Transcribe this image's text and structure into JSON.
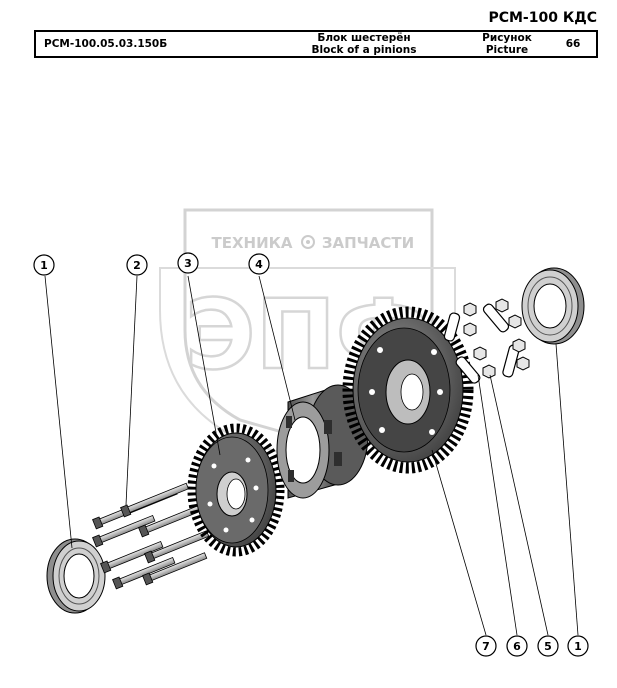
{
  "header": {
    "model": "РСМ-100 КДС",
    "part_code": "РСМ-100.05.03.150Б",
    "title_ru": "Блок шестерён",
    "title_en": "Block of a pinions",
    "picture_label_ru": "Рисунок",
    "picture_label_en": "Picture",
    "picture_number": "66"
  },
  "watermark": {
    "line1_left": "ТЕХНИКА",
    "line1_right": "ЗАПЧАСТИ",
    "big": "ЭПФ"
  },
  "callouts": [
    "1",
    "2",
    "3",
    "4",
    "7",
    "6",
    "5",
    "1"
  ],
  "colors": {
    "line": "#000000",
    "metal_dark": "#4a4a4a",
    "metal_mid": "#8a8a8a",
    "metal_light": "#d9d9d9",
    "watermark": "#c8c8c8"
  }
}
